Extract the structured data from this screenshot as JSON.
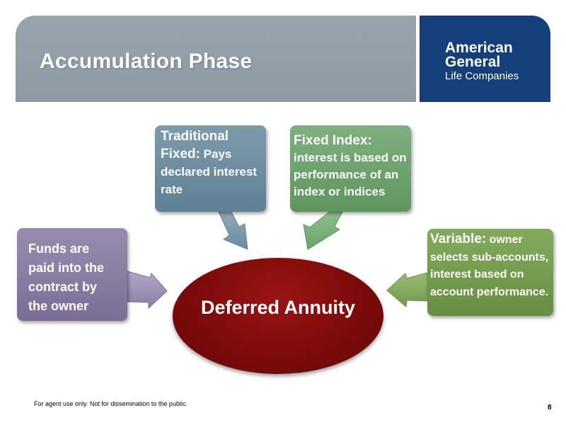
{
  "header": {
    "title": "Accumulation Phase"
  },
  "logo": {
    "line1": "American",
    "line2": "General",
    "line3": "Life Companies"
  },
  "diagram": {
    "center": "Deferred Annuity",
    "traditional": {
      "lead": "Traditional Fixed:",
      "rest": " Pays declared interest rate"
    },
    "fixed_index": {
      "lead": "Fixed Index:",
      "rest": " interest is based on performance of an index or indices"
    },
    "funds": {
      "text": "Funds are paid into the contract by the owner"
    },
    "variable": {
      "lead": "Variable:",
      "rest": " owner selects sub-accounts, interest based on account performance."
    }
  },
  "footer": {
    "note": "For agent use only. Not for dissemination to the public.",
    "page": "8"
  },
  "colors": {
    "header_band": "#8e9aa3",
    "logo_band": "#153f7b",
    "traditional": "#6b8ca0",
    "fixed_index": "#6aa069",
    "funds": "#8a7ca4",
    "variable": "#74994c",
    "center": "#760808"
  }
}
